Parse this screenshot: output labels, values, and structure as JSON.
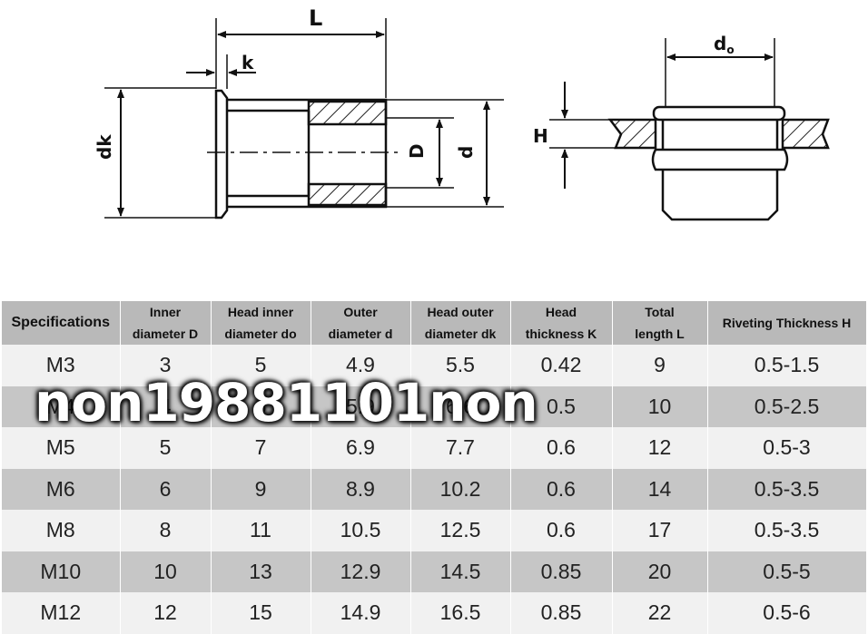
{
  "drawing": {
    "labels": {
      "L": "L",
      "k": "k",
      "dk": "dk",
      "D": "D",
      "d": "d",
      "H": "H",
      "do": "d",
      "do_sub": "o"
    }
  },
  "table": {
    "headers": [
      [
        "Specifications"
      ],
      [
        "Inner",
        "diameter D"
      ],
      [
        "Head inner",
        "diameter do"
      ],
      [
        "Outer",
        "diameter d"
      ],
      [
        "Head outer",
        "diameter dk"
      ],
      [
        "Head",
        "thickness K"
      ],
      [
        "Total",
        "length L"
      ],
      [
        "Riveting Thickness H"
      ]
    ],
    "rows": [
      [
        "M3",
        "3",
        "5",
        "4.9",
        "5.5",
        "0.42",
        "9",
        "0.5-1.5"
      ],
      [
        "M4",
        "4",
        "6",
        "5.9",
        "6.6",
        "0.5",
        "10",
        "0.5-2.5"
      ],
      [
        "M5",
        "5",
        "7",
        "6.9",
        "7.7",
        "0.6",
        "12",
        "0.5-3"
      ],
      [
        "M6",
        "6",
        "9",
        "8.9",
        "10.2",
        "0.6",
        "14",
        "0.5-3.5"
      ],
      [
        "M8",
        "8",
        "11",
        "10.5",
        "12.5",
        "0.6",
        "17",
        "0.5-3.5"
      ],
      [
        "M10",
        "10",
        "13",
        "12.9",
        "14.5",
        "0.85",
        "20",
        "0.5-5"
      ],
      [
        "M12",
        "12",
        "15",
        "14.9",
        "16.5",
        "0.85",
        "22",
        "0.5-6"
      ]
    ]
  },
  "watermark": "non19881101non"
}
